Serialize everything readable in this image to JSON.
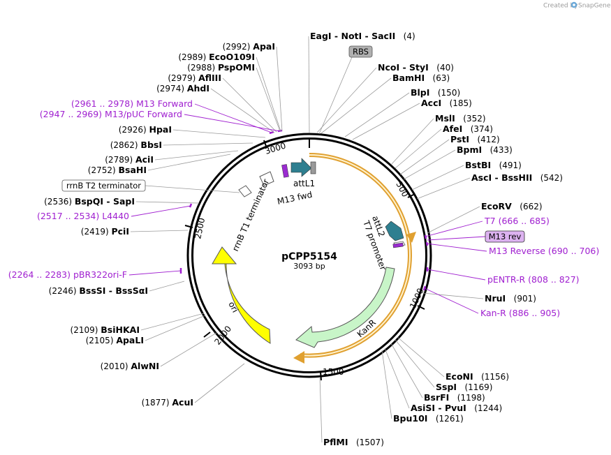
{
  "credit": {
    "text": "Created by",
    "brand": "SnapGene"
  },
  "plasmid": {
    "name": "pCPP5154",
    "size_label": "3093 bp",
    "length": 3093
  },
  "colors": {
    "primer": "#a020d0",
    "arrow_outline": "#e0a030",
    "ori": "#ffff00",
    "kanr": "#c8f5c8",
    "att": "#2e7f90"
  },
  "ticks": [
    "500",
    "1000",
    "1500",
    "2000",
    "2500",
    "3000"
  ],
  "sites": [
    {
      "id": "eagi",
      "enzymes": [
        "EagI",
        "NotI",
        "SacII"
      ],
      "pos": "(4)"
    },
    {
      "id": "ncoi",
      "enzymes": [
        "NcoI",
        "StyI"
      ],
      "pos": "(40)"
    },
    {
      "id": "bamhi",
      "enzymes": [
        "BamHI"
      ],
      "pos": "(63)"
    },
    {
      "id": "blpi",
      "enzymes": [
        "BlpI"
      ],
      "pos": "(150)"
    },
    {
      "id": "acci",
      "enzymes": [
        "AccI"
      ],
      "pos": "(185)"
    },
    {
      "id": "msli",
      "enzymes": [
        "MslI"
      ],
      "pos": "(352)"
    },
    {
      "id": "afei",
      "enzymes": [
        "AfeI"
      ],
      "pos": "(374)"
    },
    {
      "id": "psti",
      "enzymes": [
        "PstI"
      ],
      "pos": "(412)"
    },
    {
      "id": "bpmi",
      "enzymes": [
        "BpmI"
      ],
      "pos": "(433)"
    },
    {
      "id": "bstbi",
      "enzymes": [
        "BstBI"
      ],
      "pos": "(491)"
    },
    {
      "id": "asci",
      "enzymes": [
        "AscI",
        "BssHII"
      ],
      "pos": "(542)"
    },
    {
      "id": "ecorv",
      "enzymes": [
        "EcoRV"
      ],
      "pos": "(662)"
    },
    {
      "id": "nrui",
      "enzymes": [
        "NruI"
      ],
      "pos": "(901)"
    },
    {
      "id": "econi",
      "enzymes": [
        "EcoNI"
      ],
      "pos": "(1156)"
    },
    {
      "id": "sspi",
      "enzymes": [
        "SspI"
      ],
      "pos": "(1169)"
    },
    {
      "id": "bsrfi",
      "enzymes": [
        "BsrFI"
      ],
      "pos": "(1198)"
    },
    {
      "id": "asisi",
      "enzymes": [
        "AsiSI",
        "PvuI"
      ],
      "pos": "(1244)"
    },
    {
      "id": "bpu10i",
      "enzymes": [
        "Bpu10I"
      ],
      "pos": "(1261)"
    },
    {
      "id": "pflmi",
      "enzymes": [
        "PflMI"
      ],
      "pos": "(1507)"
    },
    {
      "id": "apai",
      "enzymes": [
        "ApaI"
      ],
      "pos": "(2992)"
    },
    {
      "id": "ecoo109i",
      "enzymes": [
        "EcoO109I"
      ],
      "pos": "(2989)"
    },
    {
      "id": "pspomi",
      "enzymes": [
        "PspOMI"
      ],
      "pos": "(2988)"
    },
    {
      "id": "aflii",
      "enzymes": [
        "AflIII"
      ],
      "pos": "(2979)"
    },
    {
      "id": "ahdi",
      "enzymes": [
        "AhdI"
      ],
      "pos": "(2974)"
    },
    {
      "id": "hpai",
      "enzymes": [
        "HpaI"
      ],
      "pos": "(2926)"
    },
    {
      "id": "bbsi",
      "enzymes": [
        "BbsI"
      ],
      "pos": "(2862)"
    },
    {
      "id": "acii",
      "enzymes": [
        "AciI"
      ],
      "pos": "(2789)"
    },
    {
      "id": "bsahi",
      "enzymes": [
        "BsaHI"
      ],
      "pos": "(2752)"
    },
    {
      "id": "bspqi",
      "enzymes": [
        "BspQI",
        "SapI"
      ],
      "pos": "(2536)"
    },
    {
      "id": "pcii",
      "enzymes": [
        "PciI"
      ],
      "pos": "(2419)"
    },
    {
      "id": "bsssi",
      "enzymes": [
        "BssSI",
        "BssSαI"
      ],
      "pos": "(2246)"
    },
    {
      "id": "bsihkai",
      "enzymes": [
        "BsiHKAI"
      ],
      "pos": "(2109)"
    },
    {
      "id": "apali",
      "enzymes": [
        "ApaLI"
      ],
      "pos": "(2105)"
    },
    {
      "id": "alwni",
      "enzymes": [
        "AlwNI"
      ],
      "pos": "(2010)"
    },
    {
      "id": "acui",
      "enzymes": [
        "AcuI"
      ],
      "pos": "(1877)"
    }
  ],
  "primers": [
    {
      "id": "m13fwd",
      "name": "M13 Forward",
      "range": "(2961 .. 2978)"
    },
    {
      "id": "m13puc",
      "name": "M13/pUC Forward",
      "range": "(2947 .. 2969)"
    },
    {
      "id": "l4440",
      "name": "L4440",
      "range": "(2517 .. 2534)"
    },
    {
      "id": "pbr322",
      "name": "pBR322ori-F",
      "range": "(2264 .. 2283)"
    },
    {
      "id": "t7",
      "name": "T7",
      "range": "(666 .. 685)"
    },
    {
      "id": "m13rev",
      "name": "M13 Reverse",
      "range": "(690 .. 706)"
    },
    {
      "id": "pentr",
      "name": "pENTR-R",
      "range": "(808 .. 827)"
    },
    {
      "id": "kanr",
      "name": "Kan-R",
      "range": "(886 .. 905)"
    }
  ],
  "boxes": {
    "rbs": "RBS",
    "m13rev": "M13 rev",
    "rrnb_t2": "rrnB T2 terminator"
  },
  "features": {
    "attl1": "attL1",
    "m13fwd": "M13 fwd",
    "rrnb_t1": "rrnB T1 terminator",
    "attl2": "attL2",
    "t7_promoter": "T7 promoter",
    "kanr": "KanR",
    "ori": "ori"
  }
}
